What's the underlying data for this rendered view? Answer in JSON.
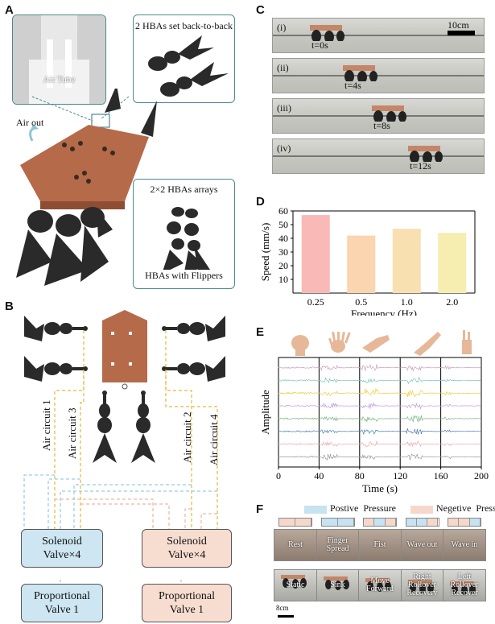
{
  "panels": {
    "a": "A",
    "b": "B",
    "c": "C",
    "d": "D",
    "e": "E",
    "f": "F"
  },
  "panel_a": {
    "inset_air_tube": "Air Tube",
    "inset_back_to_back": "2 HBAs set back-to-back",
    "inset_array": "2×2 HBAs arrays",
    "inset_flippers": "HBAs with Flippers",
    "air_out": "Air out",
    "colors": {
      "body": "#b56a4a",
      "actuator": "#2a2a2a",
      "inset_border": "#4b8a91"
    }
  },
  "panel_b": {
    "circuits": [
      "Air circuit 1",
      "Air circuit 3",
      "Air circuit 2",
      "Air circuit 4"
    ],
    "valves": [
      {
        "line1": "Solenoid",
        "line2": "Valve×4",
        "color": "#cde6f2"
      },
      {
        "line1": "Solenoid",
        "line2": "Valve×4",
        "color": "#f7ddd0"
      },
      {
        "line1": "Proportional",
        "line2": "Valve 1",
        "color": "#cde6f2"
      },
      {
        "line1": "Proportional",
        "line2": "Valve 1",
        "color": "#f7ddd0"
      }
    ]
  },
  "panel_c": {
    "scale_bar": "10cm",
    "rows": [
      {
        "roman": "(i)",
        "time": "t=0s",
        "pos": 0.2
      },
      {
        "roman": "(ii)",
        "time": "t=4s",
        "pos": 0.4
      },
      {
        "roman": "(iii)",
        "time": "t=8s",
        "pos": 0.58
      },
      {
        "roman": "(iv)",
        "time": "t=12s",
        "pos": 0.8
      }
    ]
  },
  "chart_data": [
    {
      "type": "bar",
      "categories": [
        "0.25",
        "0.5",
        "1.0",
        "2.0"
      ],
      "values": [
        57,
        42,
        47,
        44
      ],
      "xlabel": "Frequency (Hz)",
      "ylabel": "Speed (mm/s)",
      "ylim": [
        0,
        60
      ],
      "yticks": [
        10,
        20,
        30,
        40,
        50,
        60
      ],
      "colors": [
        "#f9b9b7",
        "#fbd4b0",
        "#f8e0b0",
        "#f5eeb0"
      ]
    },
    {
      "type": "line",
      "xlabel": "Time (s)",
      "ylabel": "Amplitude",
      "xlim": [
        0,
        200
      ],
      "xticks": [
        0,
        40,
        80,
        120,
        160,
        200
      ],
      "segment_boundaries": [
        40,
        80,
        120,
        160
      ],
      "series_colors": [
        "#c9a0b8",
        "#7cc4ba",
        "#f2cc3a",
        "#c79be0",
        "#79b884",
        "#4e7db8",
        "#f0a4b4",
        "#9a9a9a"
      ]
    }
  ],
  "panel_f": {
    "legend_positive": "Postive  Pressure",
    "legend_negative": "Negetive  Pressure",
    "gestures": [
      "Rest",
      "Finger Spread",
      "Fist",
      "Wave out",
      "Wave in"
    ],
    "motions": [
      "Static",
      "Sink",
      "Move Forward",
      "Right Rollover Recovery",
      "Left Rollover Recover"
    ],
    "scale": "8cm",
    "legend_colors": {
      "positive": "#c7e2f0",
      "negative": "#f6d8cb"
    }
  }
}
